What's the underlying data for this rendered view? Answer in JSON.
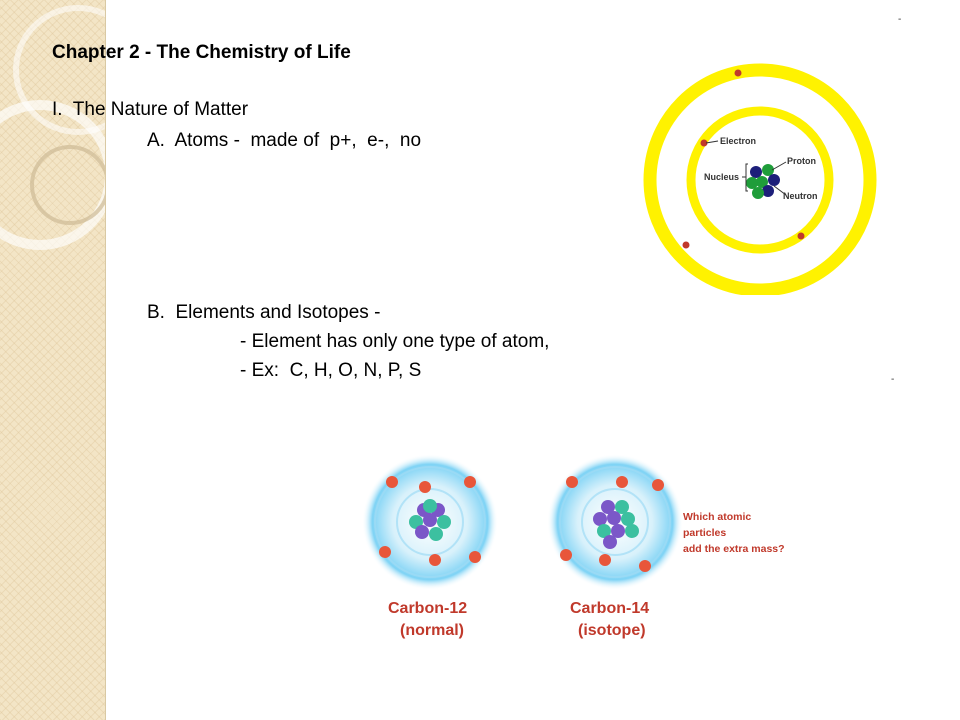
{
  "slide": {
    "heading": "Chapter 2 - The Chemistry of Life",
    "section": "I.  The Nature of Matter",
    "point_a": "A.  Atoms -  made of  p+,  e-,  no",
    "point_b": "B.  Elements and Isotopes -",
    "sub_1": "- Element has only one type of atom,",
    "sub_2": "- Ex:  C, H, O, N, P, S",
    "dash_marks": [
      "-",
      "-"
    ]
  },
  "atom_diagram": {
    "labels": {
      "electron": "Electron",
      "nucleus": "Nucleus",
      "proton": "Proton",
      "neutron": "Neutron"
    },
    "colors": {
      "orbit": "#fff200",
      "electron": "#c0392b",
      "proton": "#1f9d3a",
      "neutron": "#1d1f7a"
    }
  },
  "carbon_diagram": {
    "carbon12_title": "Carbon-12",
    "carbon12_note": "(normal)",
    "carbon14_title": "Carbon-14",
    "carbon14_note": "(isotope)",
    "question": [
      "Which atomic",
      "particles",
      "add the extra mass?"
    ],
    "electron_symbol": "−",
    "proton_symbol": "+",
    "colors": {
      "title": "#c0392b",
      "question": "#c0392b",
      "glow": "#7fd3f5",
      "electron": "#e8563a",
      "proton": "#3cc0a0",
      "neutron": "#7b57c8"
    }
  }
}
